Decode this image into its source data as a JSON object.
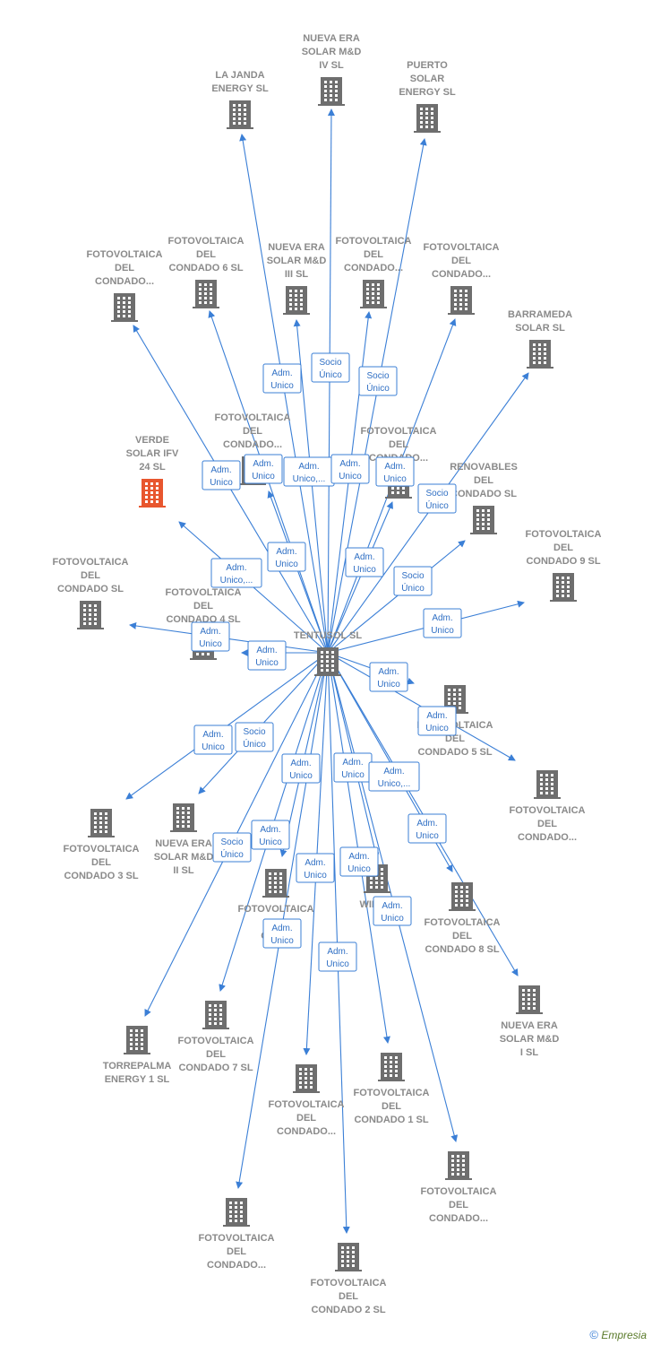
{
  "colors": {
    "edge": "#3b7fd6",
    "building": "#6e6e6e",
    "focus_building": "#e8562e",
    "label": "#8a8a8a"
  },
  "center": {
    "id": "tentusol",
    "label": [
      "TENTUSOL SL"
    ]
  },
  "nodes": [
    {
      "id": "nueva-era-iv",
      "label": [
        "NUEVA ERA",
        "SOLAR M&D",
        "IV  SL"
      ],
      "icon": "building-icon"
    },
    {
      "id": "la-janda",
      "label": [
        "LA JANDA",
        "ENERGY  SL"
      ],
      "icon": "building-icon"
    },
    {
      "id": "puerto-solar",
      "label": [
        "PUERTO",
        "SOLAR",
        "ENERGY  SL"
      ],
      "icon": "building-icon"
    },
    {
      "id": "fv-condado-a",
      "label": [
        "FOTOVOLTAICA",
        "DEL",
        "CONDADO..."
      ],
      "icon": "building-icon"
    },
    {
      "id": "fv-condado-6",
      "label": [
        "FOTOVOLTAICA",
        "DEL",
        "CONDADO 6 SL"
      ],
      "icon": "building-icon"
    },
    {
      "id": "nueva-era-iii",
      "label": [
        "NUEVA ERA",
        "SOLAR M&D",
        "III  SL"
      ],
      "icon": "building-icon"
    },
    {
      "id": "fv-condado-b",
      "label": [
        "FOTOVOLTAICA",
        "DEL",
        "CONDADO..."
      ],
      "icon": "building-icon"
    },
    {
      "id": "fv-condado-c",
      "label": [
        "FOTOVOLTAICA",
        "DEL",
        "CONDADO..."
      ],
      "icon": "building-icon"
    },
    {
      "id": "barrameda",
      "label": [
        "BARRAMEDA",
        "SOLAR  SL"
      ],
      "icon": "building-icon"
    },
    {
      "id": "verde-solar",
      "label": [
        "VERDE",
        "SOLAR IFV",
        "24  SL"
      ],
      "icon": "building-icon",
      "focus": true
    },
    {
      "id": "fv-condado-d",
      "label": [
        "FOTOVOLTAICA",
        "DEL",
        "CONDADO..."
      ],
      "icon": "building-icon"
    },
    {
      "id": "fv-condado-e",
      "label": [
        "FOTOVOLTAICA",
        "DEL",
        "CONDADO..."
      ],
      "icon": "building-icon"
    },
    {
      "id": "renovables",
      "label": [
        "RENOVABLES",
        "DEL",
        "CONDADO SL"
      ],
      "icon": "building-icon"
    },
    {
      "id": "fv-condado-9",
      "label": [
        "FOTOVOLTAICA",
        "DEL",
        "CONDADO 9 SL"
      ],
      "icon": "building-icon"
    },
    {
      "id": "fv-condado-sl",
      "label": [
        "FOTOVOLTAICA",
        "DEL",
        "CONDADO SL"
      ],
      "icon": "building-icon"
    },
    {
      "id": "fv-condado-4",
      "label": [
        "FOTOVOLTAICA",
        "DEL",
        "CONDADO 4 SL"
      ],
      "icon": "building-icon"
    },
    {
      "id": "fv-condado-5",
      "label": [
        "FOTOVOLTAICA",
        "DEL",
        "CONDADO 5 SL"
      ],
      "icon": "building-icon"
    },
    {
      "id": "fv-condado-f",
      "label": [
        "FOTOVOLTAICA",
        "DEL",
        "CONDADO..."
      ],
      "icon": "building-icon"
    },
    {
      "id": "fv-condado-3",
      "label": [
        "FOTOVOLTAICA",
        "DEL",
        "CONDADO 3 SL"
      ],
      "icon": "building-icon"
    },
    {
      "id": "nueva-era-ii",
      "label": [
        "NUEVA ERA",
        "SOLAR M&D",
        "II  SL"
      ],
      "icon": "building-icon"
    },
    {
      "id": "fv-condado-g",
      "label": [
        "FOTOVOLTAICA",
        "DEL",
        "CON..."
      ],
      "icon": "building-icon"
    },
    {
      "id": "wing",
      "label": [
        "WING..."
      ],
      "icon": "building-icon"
    },
    {
      "id": "fv-condado-8",
      "label": [
        "FOTOVOLTAICA",
        "DEL",
        "CONDADO 8 SL"
      ],
      "icon": "building-icon"
    },
    {
      "id": "nueva-era-i",
      "label": [
        "NUEVA ERA",
        "SOLAR M&D",
        "I  SL"
      ],
      "icon": "building-icon"
    },
    {
      "id": "torrepalma",
      "label": [
        "TORREPALMA",
        "ENERGY 1  SL"
      ],
      "icon": "building-icon"
    },
    {
      "id": "fv-condado-7",
      "label": [
        "FOTOVOLTAICA",
        "DEL",
        "CONDADO 7 SL"
      ],
      "icon": "building-icon"
    },
    {
      "id": "fv-condado-h",
      "label": [
        "FOTOVOLTAICA",
        "DEL",
        "CONDADO..."
      ],
      "icon": "building-icon"
    },
    {
      "id": "fv-condado-1",
      "label": [
        "FOTOVOLTAICA",
        "DEL",
        "CONDADO 1 SL"
      ],
      "icon": "building-icon"
    },
    {
      "id": "fv-condado-i",
      "label": [
        "FOTOVOLTAICA",
        "DEL",
        "CONDADO..."
      ],
      "icon": "building-icon"
    },
    {
      "id": "fv-condado-j",
      "label": [
        "FOTOVOLTAICA",
        "DEL",
        "CONDADO..."
      ],
      "icon": "building-icon"
    },
    {
      "id": "fv-condado-2",
      "label": [
        "FOTOVOLTAICA",
        "DEL",
        "CONDADO 2 SL"
      ],
      "icon": "building-icon"
    }
  ],
  "relations": [
    {
      "to": "nueva-era-iv",
      "label": [
        "Socio",
        "Único"
      ]
    },
    {
      "to": "la-janda",
      "label": [
        "Adm.",
        "Unico"
      ]
    },
    {
      "to": "puerto-solar",
      "label": [
        "Socio",
        "Único"
      ]
    },
    {
      "to": "fv-condado-a",
      "label": [
        "Adm.",
        "Unico"
      ]
    },
    {
      "to": "fv-condado-6",
      "label": [
        "Adm.",
        "Unico"
      ]
    },
    {
      "to": "nueva-era-iii",
      "label": [
        "Adm.",
        "Unico,..."
      ]
    },
    {
      "to": "fv-condado-b",
      "label": [
        "Adm.",
        "Unico"
      ]
    },
    {
      "to": "fv-condado-c",
      "label": [
        "Adm.",
        "Unico"
      ]
    },
    {
      "to": "barrameda",
      "label": [
        "Socio",
        "Único"
      ]
    },
    {
      "to": "verde-solar",
      "label": [
        "Adm.",
        "Unico,..."
      ]
    },
    {
      "to": "fv-condado-d",
      "label": [
        "Adm.",
        "Unico"
      ]
    },
    {
      "to": "fv-condado-e",
      "label": [
        "Adm.",
        "Unico"
      ]
    },
    {
      "to": "renovables",
      "label": [
        "Socio",
        "Único"
      ]
    },
    {
      "to": "fv-condado-9",
      "label": [
        "Adm.",
        "Unico"
      ]
    },
    {
      "to": "fv-condado-sl",
      "label": [
        "Adm.",
        "Unico"
      ]
    },
    {
      "to": "fv-condado-4",
      "label": [
        "Adm.",
        "Unico"
      ]
    },
    {
      "to": "fv-condado-5",
      "label": [
        "Adm.",
        "Unico"
      ]
    },
    {
      "to": "fv-condado-f",
      "label": [
        "Adm.",
        "Unico"
      ]
    },
    {
      "to": "fv-condado-3",
      "label": [
        "Adm.",
        "Unico"
      ]
    },
    {
      "to": "nueva-era-ii",
      "label": [
        "Socio",
        "Único"
      ]
    },
    {
      "to": "fv-condado-g",
      "label": [
        "Adm.",
        "Unico"
      ]
    },
    {
      "to": "wing",
      "label": [
        "Adm.",
        "Unico"
      ]
    },
    {
      "to": "fv-condado-8",
      "label": [
        "Adm.",
        "Unico,..."
      ]
    },
    {
      "to": "nueva-era-i",
      "label": [
        "Adm.",
        "Unico"
      ]
    },
    {
      "to": "torrepalma",
      "label": [
        "Socio",
        "Único"
      ]
    },
    {
      "to": "fv-condado-7",
      "label": [
        "Adm.",
        "Unico"
      ]
    },
    {
      "to": "fv-condado-h",
      "label": [
        "Adm.",
        "Unico"
      ]
    },
    {
      "to": "fv-condado-1",
      "label": [
        "Adm.",
        "Unico"
      ]
    },
    {
      "to": "fv-condado-i",
      "label": [
        "Adm.",
        "Unico"
      ]
    },
    {
      "to": "fv-condado-j",
      "label": [
        "Adm.",
        "Unico"
      ]
    },
    {
      "to": "fv-condado-2",
      "label": [
        "Adm.",
        "Unico"
      ]
    }
  ],
  "footer": {
    "copyright": "©",
    "brand": "Empresia"
  }
}
